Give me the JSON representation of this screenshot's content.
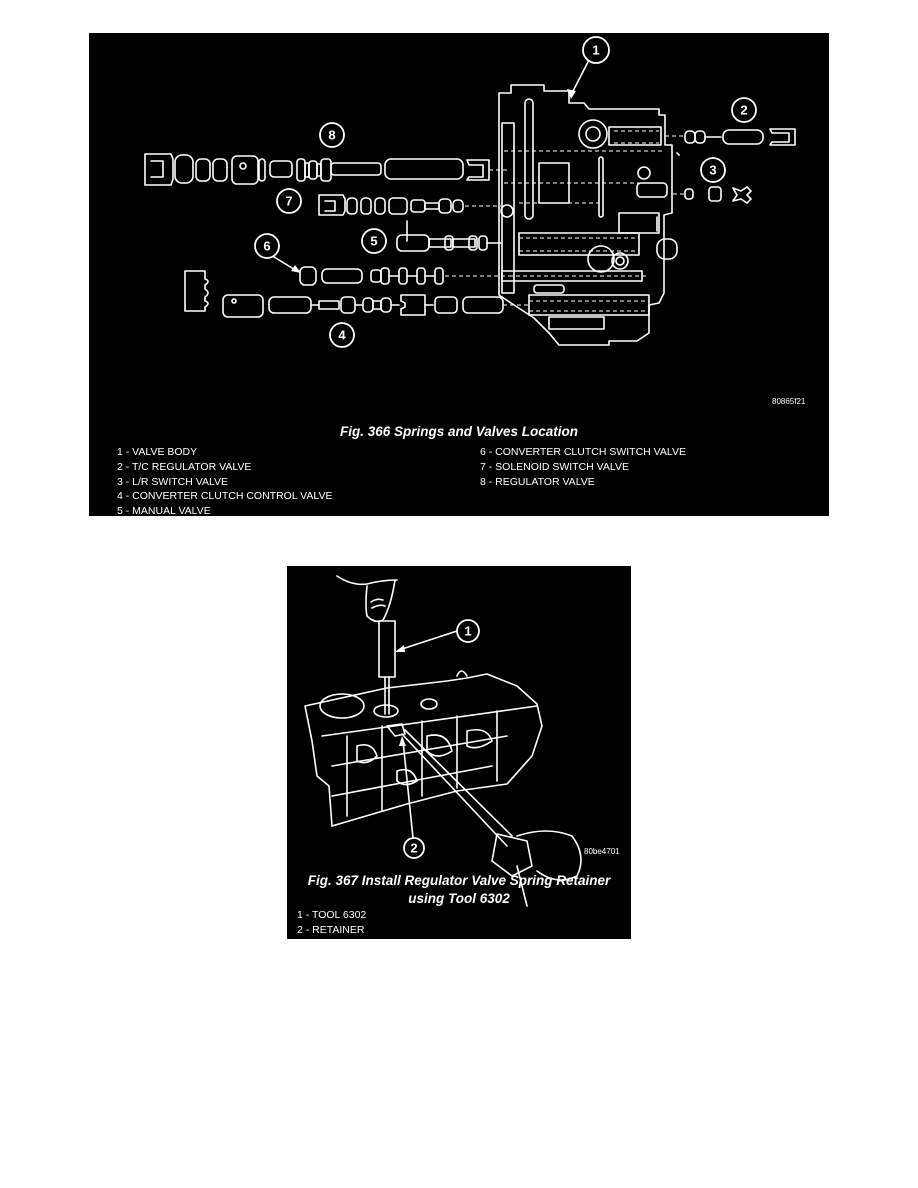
{
  "figures": [
    {
      "id": "fig-366",
      "caption": "Fig. 366 Springs and Valves Location",
      "reference_code": "80865f21",
      "callouts": [
        "1",
        "2",
        "3",
        "4",
        "5",
        "6",
        "7",
        "8"
      ],
      "legend_left": [
        "1 - VALVE BODY",
        "2 - T/C REGULATOR VALVE",
        "3 - L/R SWITCH VALVE",
        "4 - CONVERTER CLUTCH CONTROL VALVE",
        "5 - MANUAL VALVE"
      ],
      "legend_right": [
        "6 - CONVERTER CLUTCH SWITCH VALVE",
        "7 - SOLENOID SWITCH VALVE",
        "8 - REGULATOR VALVE"
      ]
    },
    {
      "id": "fig-367",
      "caption_line1": "Fig. 367 Install Regulator Valve Spring Retainer",
      "caption_line2": "using Tool 6302",
      "reference_code": "80be4701",
      "callouts": [
        "1",
        "2"
      ],
      "legend": [
        "1 - TOOL 6302",
        "2 - RETAINER"
      ]
    }
  ],
  "colors": {
    "page_background": "#ffffff",
    "figure_background": "#000000",
    "figure_foreground": "#ffffff"
  }
}
